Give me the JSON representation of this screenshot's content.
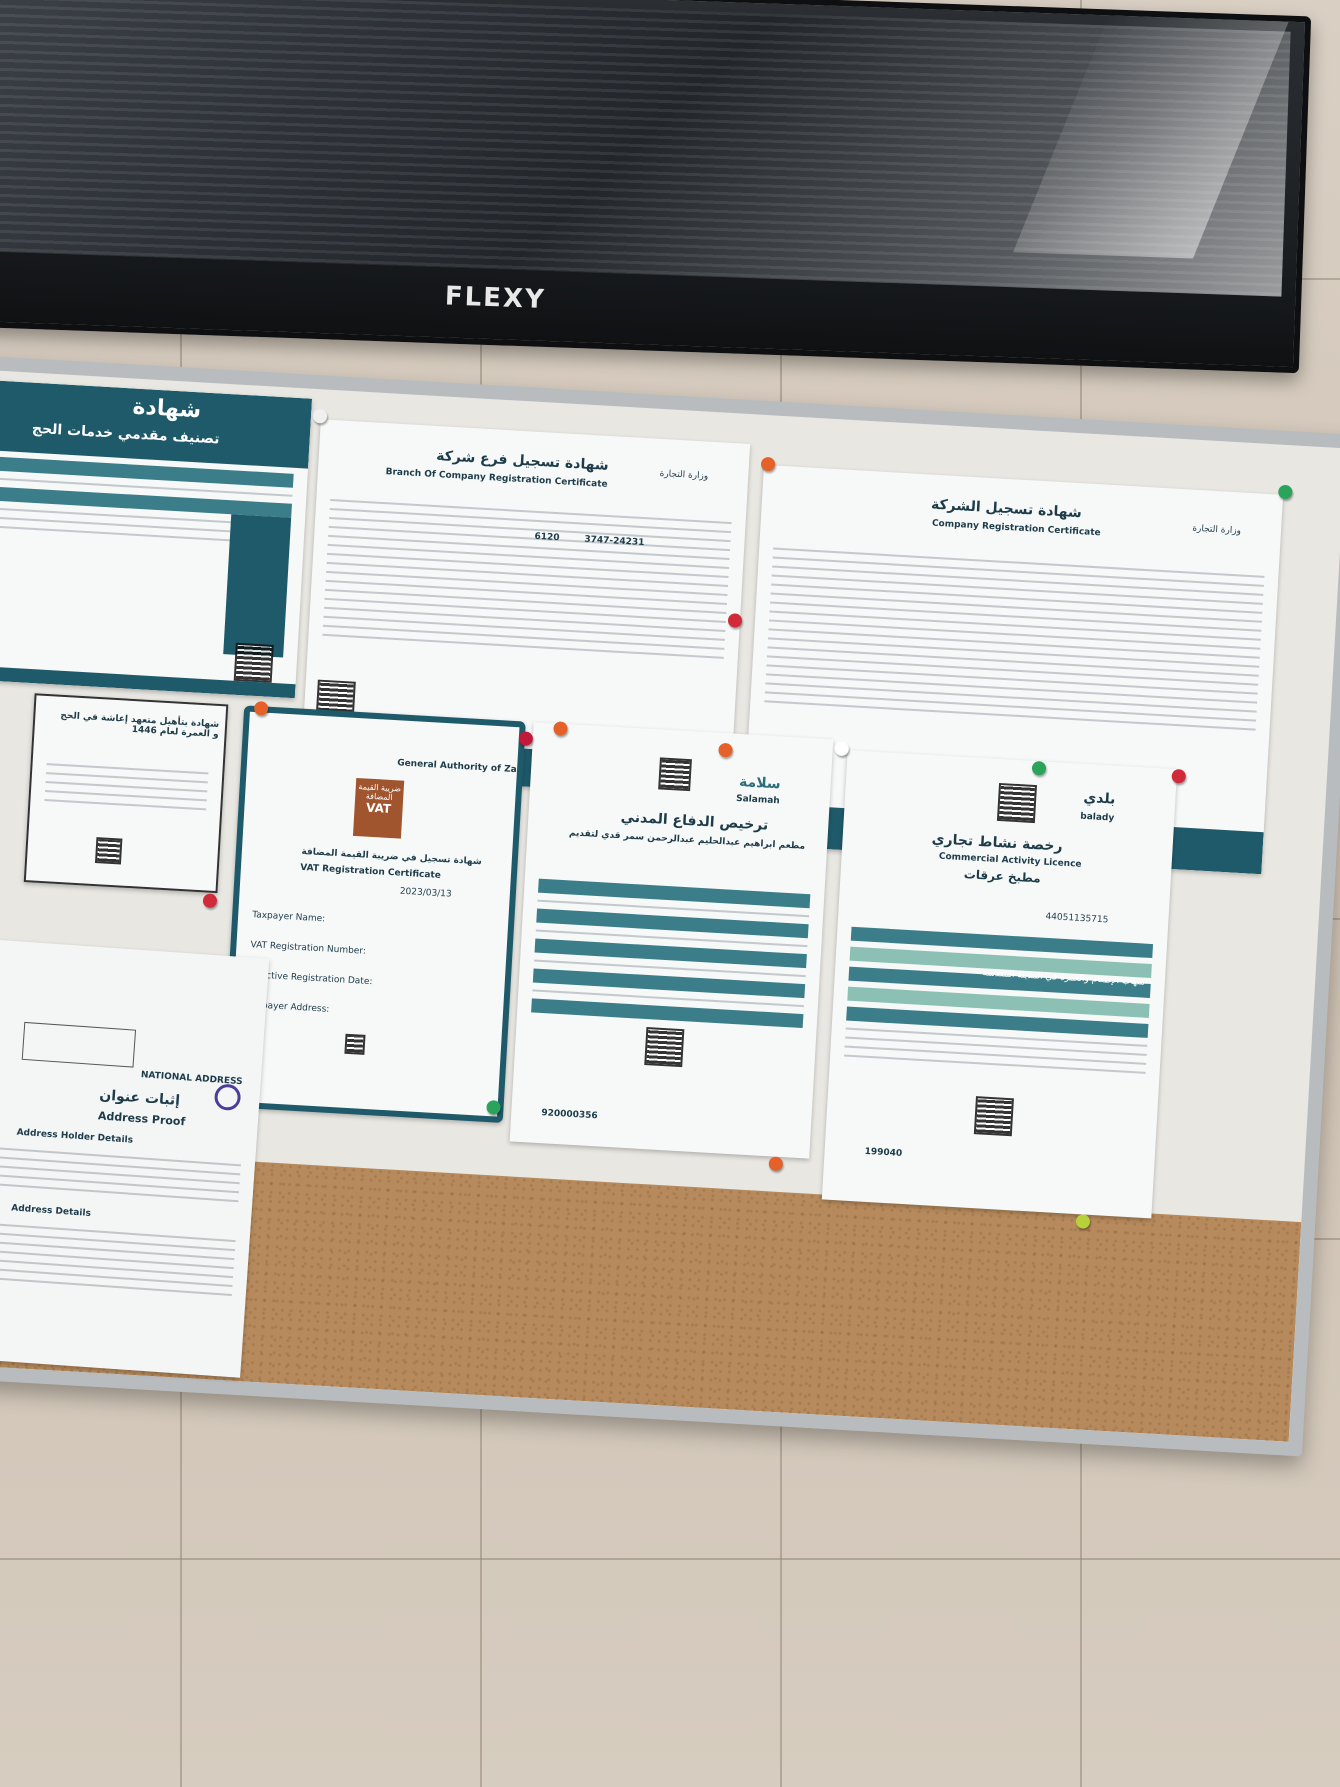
{
  "tv": {
    "brand": "FLEXY"
  },
  "documents": {
    "company_cert": {
      "title_ar": "شهادة تسجيل الشركة",
      "title_en": "Company Registration Certificate",
      "ministry": "وزارة التجارة"
    },
    "branch_cert": {
      "title_ar": "شهادة تسجيل فرع شركة",
      "title_en": "Branch Of Company Registration Certificate",
      "ministry": "وزارة التجارة",
      "cr_number": "6120",
      "unified_number": "3747-24231"
    },
    "classification_cert": {
      "title_ar": "شهادة",
      "subtitle_ar": "تصنيف مقدمي خدمات الحج"
    },
    "vat_cert": {
      "title_en": "VAT Registration Certificate",
      "title_ar": "شهادة تسجيل في ضريبة القيمة المضافة",
      "authority_en": "General Authority of Zakat & Tax",
      "badge_ar": "ضريبة القيمة المضافة",
      "badge_en": "VAT",
      "date": "2023/03/13",
      "fields": [
        "Taxpayer Name:",
        "VAT Registration Number:",
        "Effective Registration Date:",
        "Taxpayer Address:"
      ]
    },
    "civil_defense": {
      "title_ar": "ترخيص الدفاع المدني",
      "brand_ar": "سلامة",
      "brand_en": "Salamah",
      "business_name": "مطعم ابراهيم عبدالحليم عبدالرحمن سمر قدي لتقديم",
      "phone": "920000356"
    },
    "baladi_licence": {
      "brand_ar": "بلدي",
      "brand_en": "balady",
      "title_ar": "رخصة نشاط تجاري",
      "title_en": "Commercial Activity Licence",
      "subtitle_ar": "مطبخ عرقات",
      "licence_number": "44051135715",
      "activity": "منهاب الإطعام والعمرة في المدينة المقدسة",
      "phone": "199040"
    },
    "hajj_qualification": {
      "title_ar": "شهادة بتأهيل متعهد إعاشة في الحج و العمرة لعام 1446"
    },
    "address_proof": {
      "title_ar": "إثبات عنوان",
      "title_en": "Address Proof",
      "section1": "Address Holder Details",
      "section2": "Address Details",
      "org": "NATIONAL ADDRESS"
    }
  }
}
